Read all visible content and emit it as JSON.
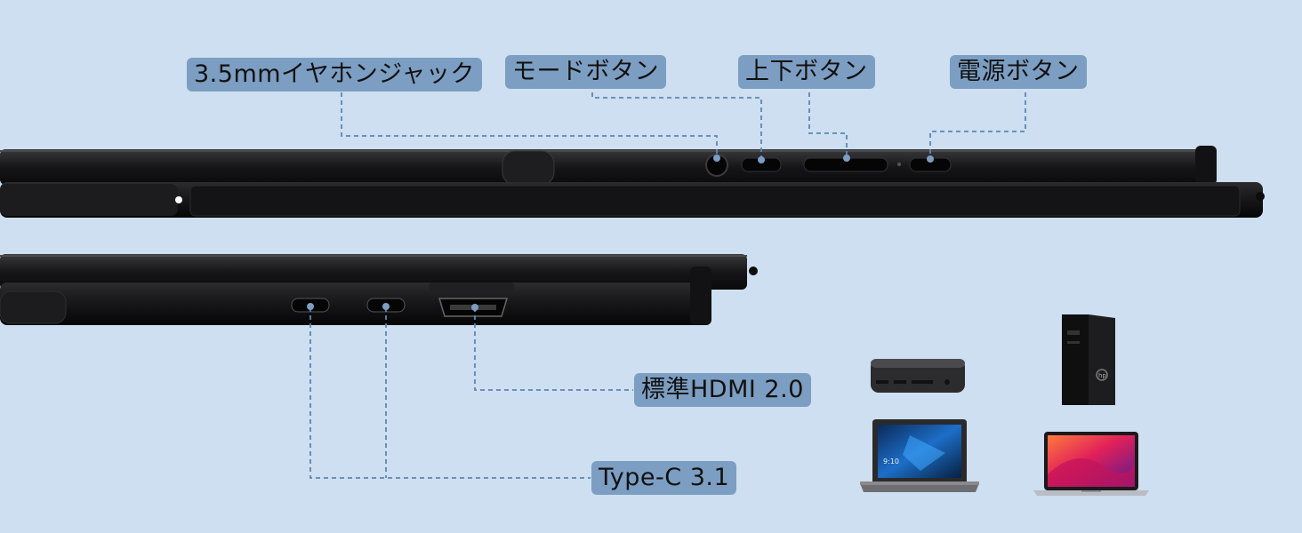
{
  "callouts": {
    "earphone_jack": "3.5mmイヤホンジャック",
    "mode_button": "モードボタン",
    "updown_button": "上下ボタン",
    "power_button": "電源ボタン",
    "hdmi_port": "標準HDMI 2.0",
    "typec_ports": "Type-C 3.1"
  },
  "devices": {
    "mini_pc_icon": "mini-pc-icon",
    "desktop_tower_icon": "desktop-tower-icon",
    "windows_laptop_icon": "windows-laptop-icon",
    "macbook_icon": "macbook-icon"
  },
  "tower_logo": "hp",
  "laptop_screen_text": "9:10",
  "colors": {
    "background": "#cddff0",
    "label_bg": "#7c9ec2",
    "leader_line": "#5f86b3",
    "device_body": "#1b1b1d"
  }
}
